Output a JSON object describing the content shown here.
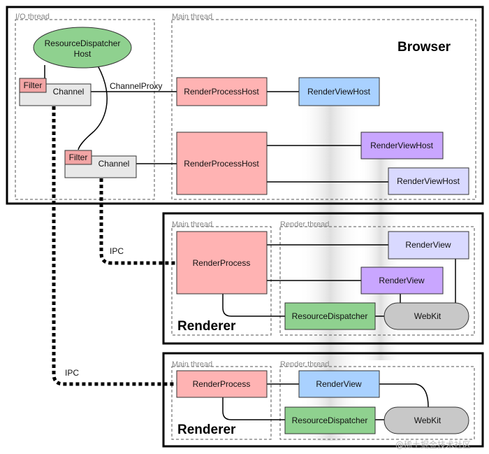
{
  "processes": {
    "browser_label": "Browser",
    "renderer1_label": "Renderer",
    "renderer2_label": "Renderer"
  },
  "threads": {
    "browser_io": "I/O thread",
    "browser_main": "Main thread",
    "r1_main": "Main thread",
    "r1_render": "Render thread",
    "r2_main": "Main thread",
    "r2_render": "Render thread"
  },
  "nodes": {
    "resource_dispatcher_host_line1": "ResourceDispatcher",
    "resource_dispatcher_host_line2": "Host",
    "filter1": "Filter",
    "channel1": "Channel",
    "filter2": "Filter",
    "channel2": "Channel",
    "rph1": "RenderProcessHost",
    "rph2": "RenderProcessHost",
    "rvh1": "RenderViewHost",
    "rvh2": "RenderViewHost",
    "rvh3": "RenderViewHost",
    "r1_render_process": "RenderProcess",
    "r1_render_view_a": "RenderView",
    "r1_render_view_b": "RenderView",
    "r1_resource_dispatcher": "ResourceDispatcher",
    "r1_webkit": "WebKit",
    "r2_render_process": "RenderProcess",
    "r2_render_view": "RenderView",
    "r2_resource_dispatcher": "ResourceDispatcher",
    "r2_webkit": "WebKit"
  },
  "edges": {
    "channel_proxy": "ChannelProxy",
    "ipc1": "IPC",
    "ipc2": "IPC"
  },
  "watermark": "@稀土掘金技术社区",
  "colors": {
    "red_box": "#ffb3b3",
    "blue_box": "#a9d1ff",
    "purple_box": "#c9a6ff",
    "lavender_box": "#d9d9ff",
    "green_box": "#8fd18f",
    "gray_box": "#c8c8c8",
    "channel_box": "#e8e8e8",
    "filter_box": "#f2a5a5"
  }
}
